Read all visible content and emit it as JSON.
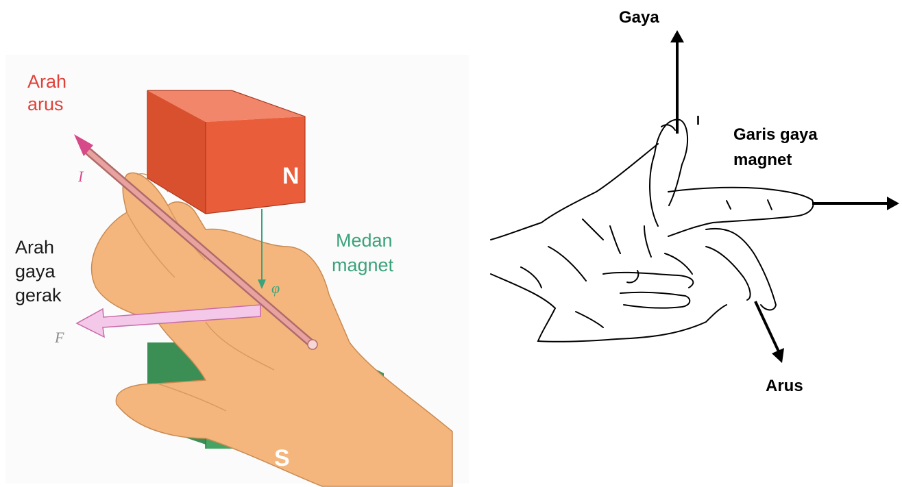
{
  "left_diagram": {
    "labels": {
      "current_direction": [
        "Arah",
        "arus"
      ],
      "force_direction": [
        "Arah",
        "gaya",
        "gerak"
      ],
      "magnetic_field": [
        "Medan",
        "magnet"
      ],
      "north_pole": "N",
      "south_pole": "S",
      "current_symbol": "I",
      "force_symbol": "F",
      "flux_symbol": "φ"
    },
    "colors": {
      "magnet_north": "#e8583a",
      "magnet_south": "#3f9a5c",
      "hand": "#f4b67c",
      "current_label": "#e0413a",
      "force_label": "#1a1a1a",
      "field_label": "#3aa37a",
      "current_arrow": "#d64a8a",
      "force_arrow": "#e9a7d6",
      "field_line": "#3aa37a"
    }
  },
  "right_diagram": {
    "labels": {
      "force": "Gaya",
      "field_lines": [
        "Garis gaya",
        "magnet"
      ],
      "current": "Arus",
      "thumb_mark": "I"
    }
  }
}
